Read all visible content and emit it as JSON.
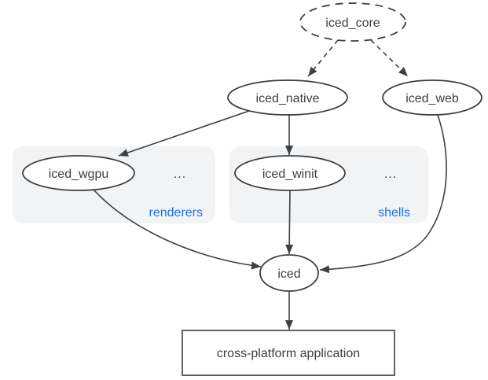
{
  "diagram": {
    "background": "#ffffff",
    "colors": {
      "node_stroke": "#3c4043",
      "node_fill": "#ffffff",
      "text": "#3c4043",
      "edge": "#3c4043",
      "group_fill": "#f1f3f5",
      "group_label_text": "#1a73e8",
      "app_rect_stroke": "#5f6368"
    },
    "nodes": {
      "iced_core": {
        "label": "iced_core",
        "shape": "ellipse",
        "border": "dashed"
      },
      "iced_native": {
        "label": "iced_native",
        "shape": "ellipse",
        "border": "solid"
      },
      "iced_web": {
        "label": "iced_web",
        "shape": "ellipse",
        "border": "solid"
      },
      "iced_wgpu": {
        "label": "iced_wgpu",
        "shape": "ellipse",
        "border": "solid"
      },
      "iced_winit": {
        "label": "iced_winit",
        "shape": "ellipse",
        "border": "solid"
      },
      "iced": {
        "label": "iced",
        "shape": "ellipse",
        "border": "solid"
      },
      "app": {
        "label": "cross-platform application",
        "shape": "rectangle",
        "border": "solid"
      }
    },
    "groups": {
      "renderers": {
        "label": "renderers",
        "ellipsis": "...",
        "contains": [
          "iced_wgpu"
        ]
      },
      "shells": {
        "label": "shells",
        "ellipsis": "...",
        "contains": [
          "iced_winit"
        ]
      }
    },
    "edges": [
      {
        "from": "iced_core",
        "to": "iced_native",
        "style": "dashed"
      },
      {
        "from": "iced_core",
        "to": "iced_web",
        "style": "dashed"
      },
      {
        "from": "iced_native",
        "to": "iced_wgpu",
        "style": "solid"
      },
      {
        "from": "iced_native",
        "to": "iced_winit",
        "style": "solid"
      },
      {
        "from": "iced_wgpu",
        "to": "iced",
        "style": "solid"
      },
      {
        "from": "iced_winit",
        "to": "iced",
        "style": "solid"
      },
      {
        "from": "iced_web",
        "to": "iced",
        "style": "solid"
      },
      {
        "from": "iced",
        "to": "app",
        "style": "solid"
      }
    ]
  }
}
